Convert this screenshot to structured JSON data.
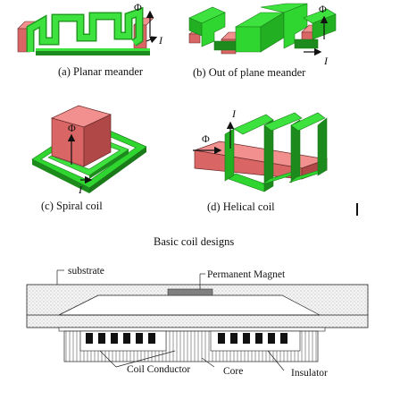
{
  "figure": {
    "panels": [
      {
        "id": "a",
        "caption": "(a) Planar meander",
        "flux": "Φ",
        "current": "I"
      },
      {
        "id": "b",
        "caption": "(b) Out of plane meander",
        "flux": "Φ",
        "current": "I"
      },
      {
        "id": "c",
        "caption": "(c) Spiral coil",
        "flux": "Φ",
        "current": "I"
      },
      {
        "id": "d",
        "caption": "(d) Helical coil",
        "flux": "Φ",
        "current": "I"
      }
    ],
    "title": "Basic coil designs",
    "cross_section": {
      "labels": {
        "substrate": "substrate",
        "magnet": "Permanent Magnet",
        "conductor": "Coil Conductor",
        "core": "Core",
        "insulator": "Insulator"
      }
    },
    "colors": {
      "coil": "#2fd62f",
      "coil_dark": "#1a7a1a",
      "magnet": "#e46e6e",
      "magnet_dark": "#8a3b3b"
    }
  }
}
